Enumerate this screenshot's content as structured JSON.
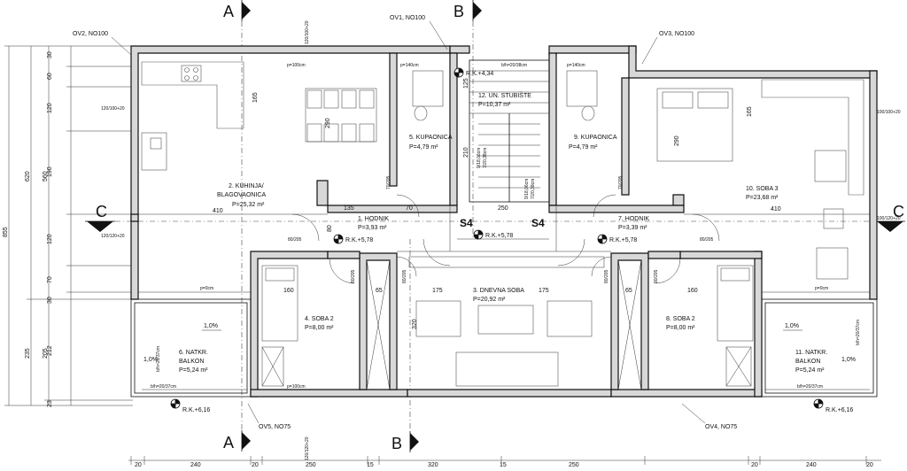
{
  "sections": {
    "top_A": "A",
    "top_B": "B",
    "bottom_A": "A",
    "bottom_B": "B",
    "left_C": "C",
    "right_C": "C"
  },
  "openings": {
    "ov1": "OV1, NO100",
    "ov2": "OV2, NO100",
    "ov3": "OV3, NO100",
    "ov4": "OV4, NO75",
    "ov5": "OV5, NO75"
  },
  "stairs_mark_left": "S4",
  "stairs_mark_right": "S4",
  "rooms": [
    {
      "name": "2. KUHINJA/",
      "name2": "BLAGOVAONICA",
      "area": "P=25,32 m²"
    },
    {
      "name": "5. KUPAONICA",
      "area": "P=4,79 m²"
    },
    {
      "name": "12. UN. STUBIŠTE",
      "area": "P=10,37 m²"
    },
    {
      "name": "9. KUPAONICA",
      "area": "P=4,79 m²"
    },
    {
      "name": "10. SOBA 3",
      "area": "P=23,68 m²"
    },
    {
      "name": "1. HODNIK",
      "area": "P=3,93 m²"
    },
    {
      "name": "7. HODNIK",
      "area": "P=3,39 m²"
    },
    {
      "name": "3. DNEVNA SOBA",
      "area": "P=20,92 m²"
    },
    {
      "name": "4. SOBA 2",
      "area": "P=8,00 m²"
    },
    {
      "name": "8. SOBA 2",
      "area": "P=8,00 m²"
    },
    {
      "name": "6. NATKR.",
      "name2": "BALKON",
      "area": "P=5,24 m²"
    },
    {
      "name": "11. NATKR.",
      "name2": "BALKON",
      "area": "P=5,24 m²"
    }
  ],
  "levels": {
    "rk434": "R.K.+4,34",
    "rk578a": "R.K.+5,78",
    "rk578b": "R.K.+5,78",
    "rk578c": "R.K.+5,78",
    "rk616a": "R.K.+6,16",
    "rk616b": "R.K.+6,16"
  },
  "slopes": {
    "left": "1,0%",
    "left2": "1,0%",
    "right": "1,0%",
    "right2": "1,0%"
  },
  "floor_notes": {
    "p100a": "p=100cm",
    "p100b": "p=100cm",
    "p140a": "p=140cm",
    "p140b": "p=140cm",
    "p0a": "p=0cm",
    "p0b": "p=0cm",
    "bh": "b/h=20/37cm",
    "bh2": "b/h=20/37cm",
    "bh3": "b/h=20/37cm",
    "bh4": "b/h=20/37cm",
    "stairs_note": "b/h=20/38cm"
  },
  "windows": {
    "w1": "120/100+20",
    "w2": "120/120+20",
    "w3": "100/120+20",
    "w4": "100/100+20",
    "w5": "120/100+20",
    "w6": "120/120+20"
  },
  "doors": {
    "d80_205": "80/205",
    "d70_205": "70/205",
    "d60_205": "60/205"
  },
  "dims_left_outer": [
    "855"
  ],
  "dims_left_mid": [
    "620",
    "235"
  ],
  "dims_left_inner": [
    "30",
    "60",
    "120",
    "190",
    "120",
    "70",
    "30",
    "212",
    "23"
  ],
  "dims_left_inner2": [
    "560",
    "205"
  ],
  "dims_bottom": [
    "20",
    "240",
    "20",
    "250",
    "15",
    "320",
    "15",
    "250",
    "20",
    "240",
    "20"
  ],
  "inner_dims": {
    "d165": "165",
    "d290": "290",
    "d290b": "290",
    "d410": "410",
    "d410b": "410",
    "d135": "135",
    "d250": "250",
    "d125": "125",
    "d210": "210",
    "d70": "70",
    "d175": "175",
    "d175b": "175",
    "d320": "320",
    "d160": "160",
    "d160b": "160",
    "d65": "65",
    "d65b": "65",
    "d15": "15",
    "d80": "80"
  },
  "stairs": {
    "t1": "9/18,06cm",
    "t2": "7/20,38cm",
    "t3": "9/18,06cm",
    "t4": "7/20,38cm"
  }
}
